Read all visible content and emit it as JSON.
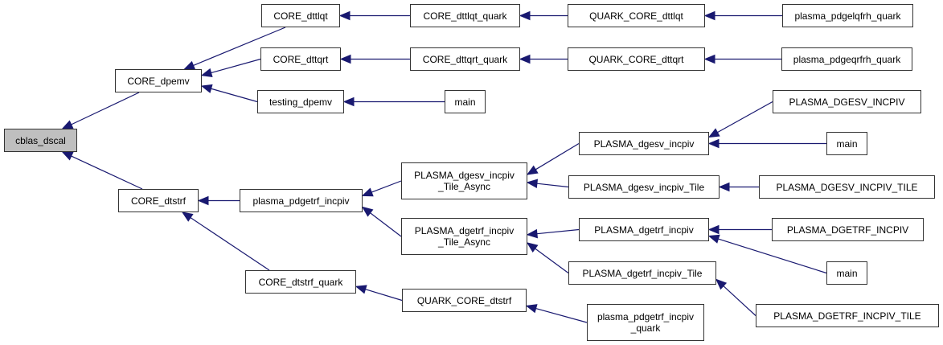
{
  "graph": {
    "title": "cblas_dscal caller graph",
    "edge_color": "#191970",
    "root_fill": "#bfbfbf",
    "nodes": [
      {
        "id": "cblas_dscal",
        "label": "cblas_dscal",
        "root": true
      },
      {
        "id": "CORE_dpemv",
        "label": "CORE_dpemv"
      },
      {
        "id": "CORE_dtstrf",
        "label": "CORE_dtstrf"
      },
      {
        "id": "CORE_dttlqt",
        "label": "CORE_dttlqt"
      },
      {
        "id": "CORE_dttqrt",
        "label": "CORE_dttqrt"
      },
      {
        "id": "testing_dpemv",
        "label": "testing_dpemv"
      },
      {
        "id": "plasma_pdgetrf_incpiv",
        "label": "plasma_pdgetrf_incpiv"
      },
      {
        "id": "CORE_dtstrf_quark",
        "label": "CORE_dtstrf_quark"
      },
      {
        "id": "CORE_dttlqt_quark",
        "label": "CORE_dttlqt_quark"
      },
      {
        "id": "CORE_dttqrt_quark",
        "label": "CORE_dttqrt_quark"
      },
      {
        "id": "main_1",
        "label": "main"
      },
      {
        "id": "PLASMA_dgesv_incpiv_Tile_Async",
        "label": "PLASMA_dgesv_incpiv\n_Tile_Async"
      },
      {
        "id": "PLASMA_dgetrf_incpiv_Tile_Async",
        "label": "PLASMA_dgetrf_incpiv\n_Tile_Async"
      },
      {
        "id": "QUARK_CORE_dtstrf",
        "label": "QUARK_CORE_dtstrf"
      },
      {
        "id": "QUARK_CORE_dttlqt",
        "label": "QUARK_CORE_dttlqt"
      },
      {
        "id": "QUARK_CORE_dttqrt",
        "label": "QUARK_CORE_dttqrt"
      },
      {
        "id": "PLASMA_dgesv_incpiv",
        "label": "PLASMA_dgesv_incpiv"
      },
      {
        "id": "PLASMA_dgesv_incpiv_Tile",
        "label": "PLASMA_dgesv_incpiv_Tile"
      },
      {
        "id": "PLASMA_dgetrf_incpiv",
        "label": "PLASMA_dgetrf_incpiv"
      },
      {
        "id": "PLASMA_dgetrf_incpiv_Tile",
        "label": "PLASMA_dgetrf_incpiv_Tile"
      },
      {
        "id": "plasma_pdgetrf_incpiv_quark",
        "label": "plasma_pdgetrf_incpiv\n_quark"
      },
      {
        "id": "plasma_pdgelqfrh_quark",
        "label": "plasma_pdgelqfrh_quark"
      },
      {
        "id": "plasma_pdgeqrfrh_quark",
        "label": "plasma_pdgeqrfrh_quark"
      },
      {
        "id": "PLASMA_DGESV_INCPIV",
        "label": "PLASMA_DGESV_INCPIV"
      },
      {
        "id": "main_2",
        "label": "main"
      },
      {
        "id": "PLASMA_DGESV_INCPIV_TILE",
        "label": "PLASMA_DGESV_INCPIV_TILE"
      },
      {
        "id": "PLASMA_DGETRF_INCPIV",
        "label": "PLASMA_DGETRF_INCPIV"
      },
      {
        "id": "main_3",
        "label": "main"
      },
      {
        "id": "PLASMA_DGETRF_INCPIV_TILE",
        "label": "PLASMA_DGETRF_INCPIV_TILE"
      }
    ],
    "edges": [
      {
        "from": "CORE_dpemv",
        "to": "cblas_dscal"
      },
      {
        "from": "CORE_dtstrf",
        "to": "cblas_dscal"
      },
      {
        "from": "CORE_dttlqt",
        "to": "CORE_dpemv"
      },
      {
        "from": "CORE_dttqrt",
        "to": "CORE_dpemv"
      },
      {
        "from": "testing_dpemv",
        "to": "CORE_dpemv"
      },
      {
        "from": "plasma_pdgetrf_incpiv",
        "to": "CORE_dtstrf"
      },
      {
        "from": "CORE_dtstrf_quark",
        "to": "CORE_dtstrf"
      },
      {
        "from": "CORE_dttlqt_quark",
        "to": "CORE_dttlqt"
      },
      {
        "from": "CORE_dttqrt_quark",
        "to": "CORE_dttqrt"
      },
      {
        "from": "main_1",
        "to": "testing_dpemv"
      },
      {
        "from": "PLASMA_dgesv_incpiv_Tile_Async",
        "to": "plasma_pdgetrf_incpiv"
      },
      {
        "from": "PLASMA_dgetrf_incpiv_Tile_Async",
        "to": "plasma_pdgetrf_incpiv"
      },
      {
        "from": "QUARK_CORE_dtstrf",
        "to": "CORE_dtstrf_quark"
      },
      {
        "from": "QUARK_CORE_dttlqt",
        "to": "CORE_dttlqt_quark"
      },
      {
        "from": "QUARK_CORE_dttqrt",
        "to": "CORE_dttqrt_quark"
      },
      {
        "from": "PLASMA_dgesv_incpiv",
        "to": "PLASMA_dgesv_incpiv_Tile_Async"
      },
      {
        "from": "PLASMA_dgesv_incpiv_Tile",
        "to": "PLASMA_dgesv_incpiv_Tile_Async"
      },
      {
        "from": "PLASMA_dgetrf_incpiv",
        "to": "PLASMA_dgetrf_incpiv_Tile_Async"
      },
      {
        "from": "PLASMA_dgetrf_incpiv_Tile",
        "to": "PLASMA_dgetrf_incpiv_Tile_Async"
      },
      {
        "from": "plasma_pdgetrf_incpiv_quark",
        "to": "QUARK_CORE_dtstrf"
      },
      {
        "from": "plasma_pdgelqfrh_quark",
        "to": "QUARK_CORE_dttlqt"
      },
      {
        "from": "plasma_pdgeqrfrh_quark",
        "to": "QUARK_CORE_dttqrt"
      },
      {
        "from": "PLASMA_DGESV_INCPIV",
        "to": "PLASMA_dgesv_incpiv"
      },
      {
        "from": "main_2",
        "to": "PLASMA_dgesv_incpiv"
      },
      {
        "from": "PLASMA_DGESV_INCPIV_TILE",
        "to": "PLASMA_dgesv_incpiv_Tile"
      },
      {
        "from": "PLASMA_DGETRF_INCPIV",
        "to": "PLASMA_dgetrf_incpiv"
      },
      {
        "from": "main_3",
        "to": "PLASMA_dgetrf_incpiv"
      },
      {
        "from": "PLASMA_DGETRF_INCPIV_TILE",
        "to": "PLASMA_dgetrf_incpiv_Tile"
      }
    ]
  }
}
